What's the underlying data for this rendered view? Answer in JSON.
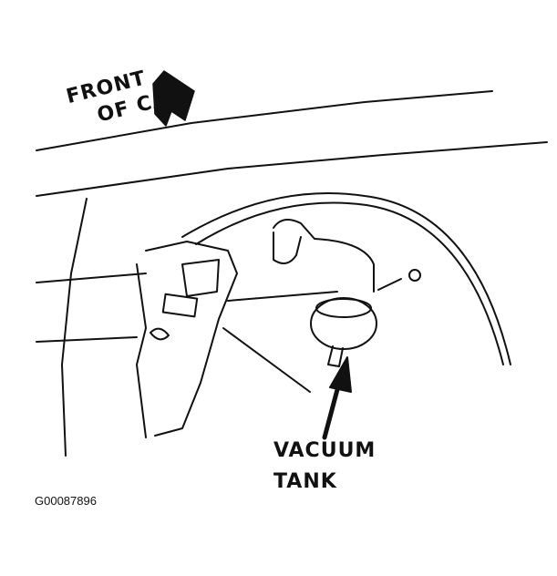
{
  "labels": {
    "front_line1": "FRONT",
    "front_line2": "OF CAR",
    "vacuum_line1": "VACUUM",
    "vacuum_line2": "TANK"
  },
  "figure_id": "G00087896"
}
